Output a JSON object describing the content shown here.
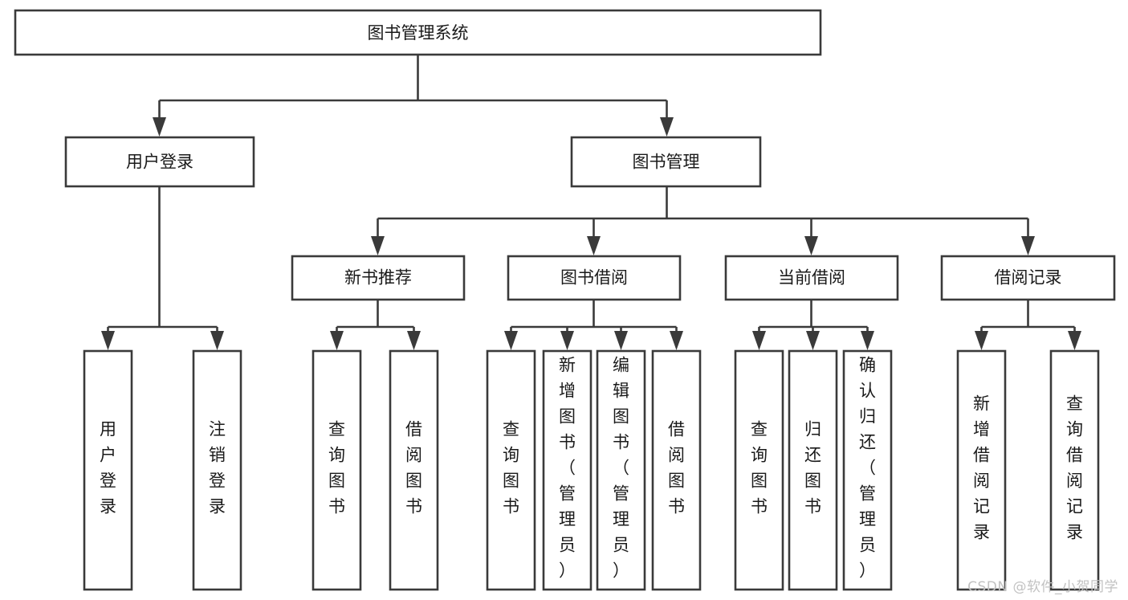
{
  "diagram": {
    "type": "tree",
    "title": "图书管理系统",
    "watermark": "CSDN @软件_小贺同学",
    "colors": {
      "stroke": "#3a3a3a",
      "box_fill": "#ffffff",
      "text": "#1a1a1a",
      "background": "#ffffff",
      "watermark": "#c2c2c2"
    },
    "root": {
      "label": "图书管理系统"
    },
    "level2": [
      {
        "label": "用户登录"
      },
      {
        "label": "图书管理"
      }
    ],
    "level3": [
      {
        "label": "新书推荐"
      },
      {
        "label": "图书借阅"
      },
      {
        "label": "当前借阅"
      },
      {
        "label": "借阅记录"
      }
    ],
    "leaves": {
      "user_login": [
        {
          "label": "用户登录"
        },
        {
          "label": "注销登录"
        }
      ],
      "new_book_recommend": [
        {
          "label": "查询图书"
        },
        {
          "label": "借阅图书"
        }
      ],
      "book_borrow": [
        {
          "label": "查询图书"
        },
        {
          "label": "新增图书（管理员）"
        },
        {
          "label": "编辑图书（管理员）"
        },
        {
          "label": "借阅图书"
        }
      ],
      "current_borrow": [
        {
          "label": "查询图书"
        },
        {
          "label": "归还图书"
        },
        {
          "label": "确认归还（管理员）"
        }
      ],
      "borrow_record": [
        {
          "label": "新增借阅记录"
        },
        {
          "label": "查询借阅记录"
        }
      ]
    }
  }
}
